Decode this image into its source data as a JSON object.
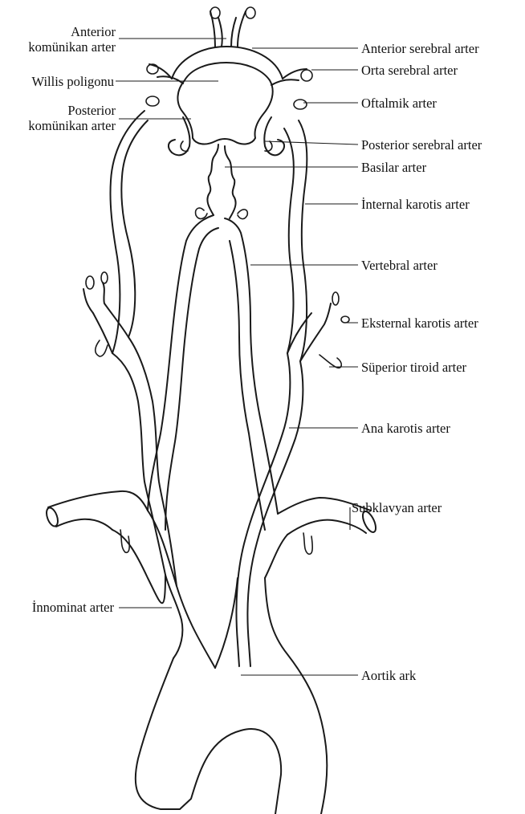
{
  "labels": {
    "anterior_communicating": [
      "Anterior",
      "komünikan arter"
    ],
    "willis": "Willis poligonu",
    "posterior_communicating": [
      "Posterior",
      "komünikan arter"
    ],
    "innominate": "İnnominat arter",
    "anterior_cerebral": "Anterior serebral arter",
    "middle_cerebral": "Orta serebral arter",
    "ophthalmic": "Oftalmik arter",
    "posterior_cerebral": "Posterior serebral arter",
    "basilar": "Basilar arter",
    "internal_carotid": "İnternal karotis arter",
    "vertebral": "Vertebral arter",
    "external_carotid": "Eksternal karotis arter",
    "superior_thyroid": "Süperior tiroid arter",
    "common_carotid": "Ana karotis arter",
    "subclavian": "Subklavyan arter",
    "aortic_arch": "Aortik ark"
  }
}
